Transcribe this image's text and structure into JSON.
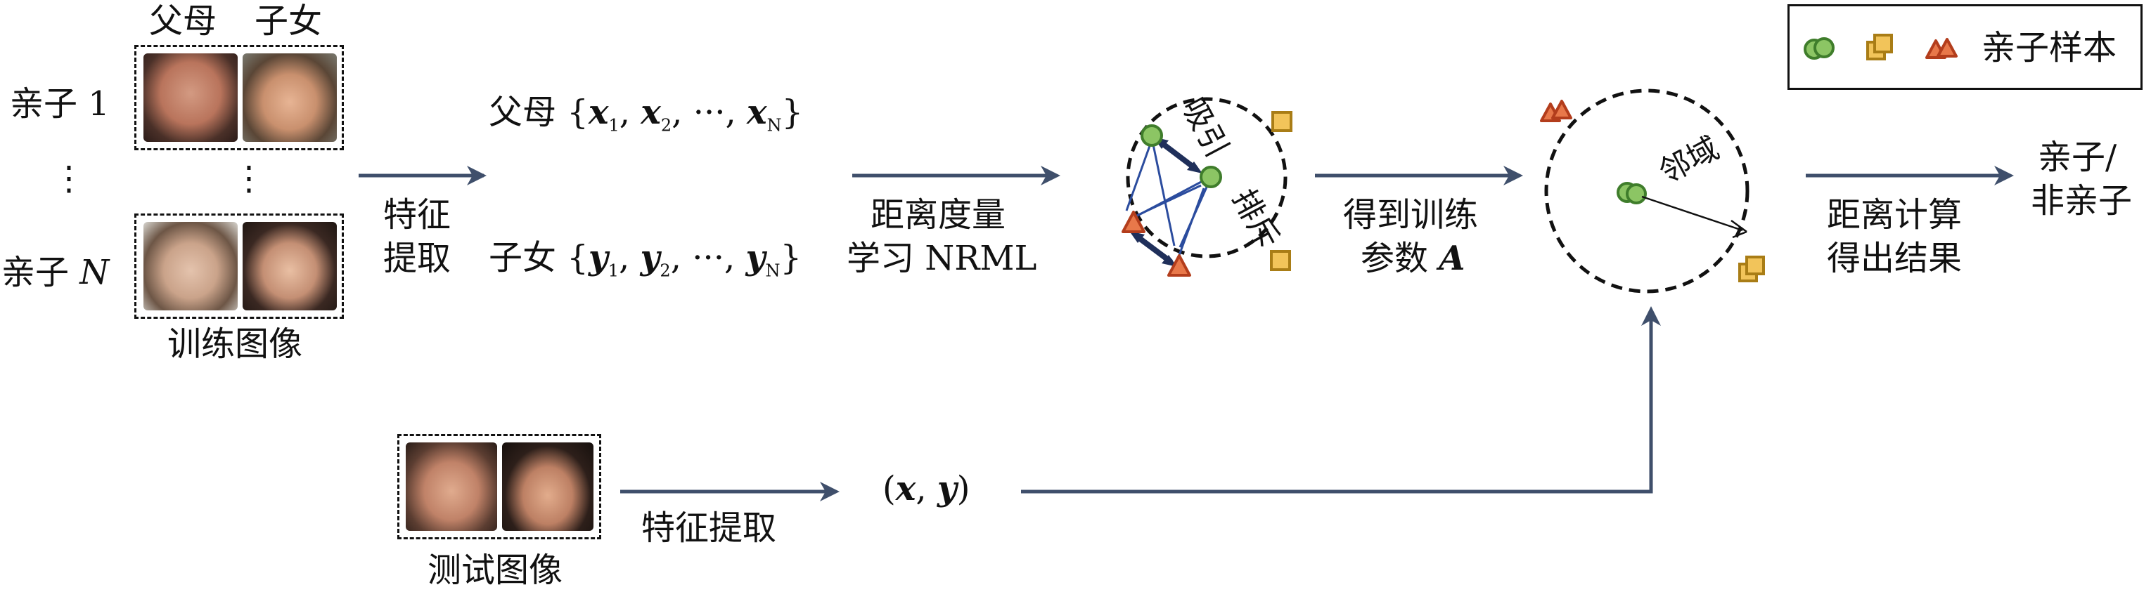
{
  "training": {
    "header_parent": "父母",
    "header_child": "子女",
    "row1_label": "亲子 1",
    "dots_left": "⋮",
    "dots_mid": "⋮",
    "rowN_label": "亲子",
    "rowN_var": "N",
    "caption": "训练图像"
  },
  "step1": {
    "line1": "特征",
    "line2": "提取"
  },
  "sets": {
    "parent_label": "父母",
    "parent_var": "x",
    "child_label": "子女",
    "child_var": "y",
    "sub1": "1",
    "sub2": "2",
    "subN": "N",
    "sep": ",",
    "ellipsis": "···",
    "open": "{",
    "close": "}"
  },
  "step2": {
    "line1": "距离度量",
    "line2": "学习 NRML"
  },
  "metric": {
    "attract": "吸引",
    "repel": "排斥"
  },
  "step3": {
    "line1": "得到训练",
    "line2": "参数",
    "param": "A"
  },
  "neighborhood": {
    "label": "邻域"
  },
  "step4": {
    "line1": "距离计算",
    "line2": "得出结果"
  },
  "result": {
    "line1": "亲子/",
    "line2": "非亲子"
  },
  "legend": {
    "label": "亲子样本"
  },
  "test": {
    "caption": "测试图像",
    "step_label": "特征提取",
    "pair_open": "(",
    "pair_x": "x",
    "pair_sep": ",",
    "pair_y": "y",
    "pair_close": ")"
  },
  "colors": {
    "arrow": "#3f4f6b",
    "inner_arrow": "#2b4c9e",
    "green_fill": "#8cc564",
    "green_stroke": "#3f7d2b",
    "yellow_fill": "#f2c45a",
    "yellow_stroke": "#a97d16",
    "red_fill": "#e8784a",
    "red_stroke": "#b33d1c"
  }
}
